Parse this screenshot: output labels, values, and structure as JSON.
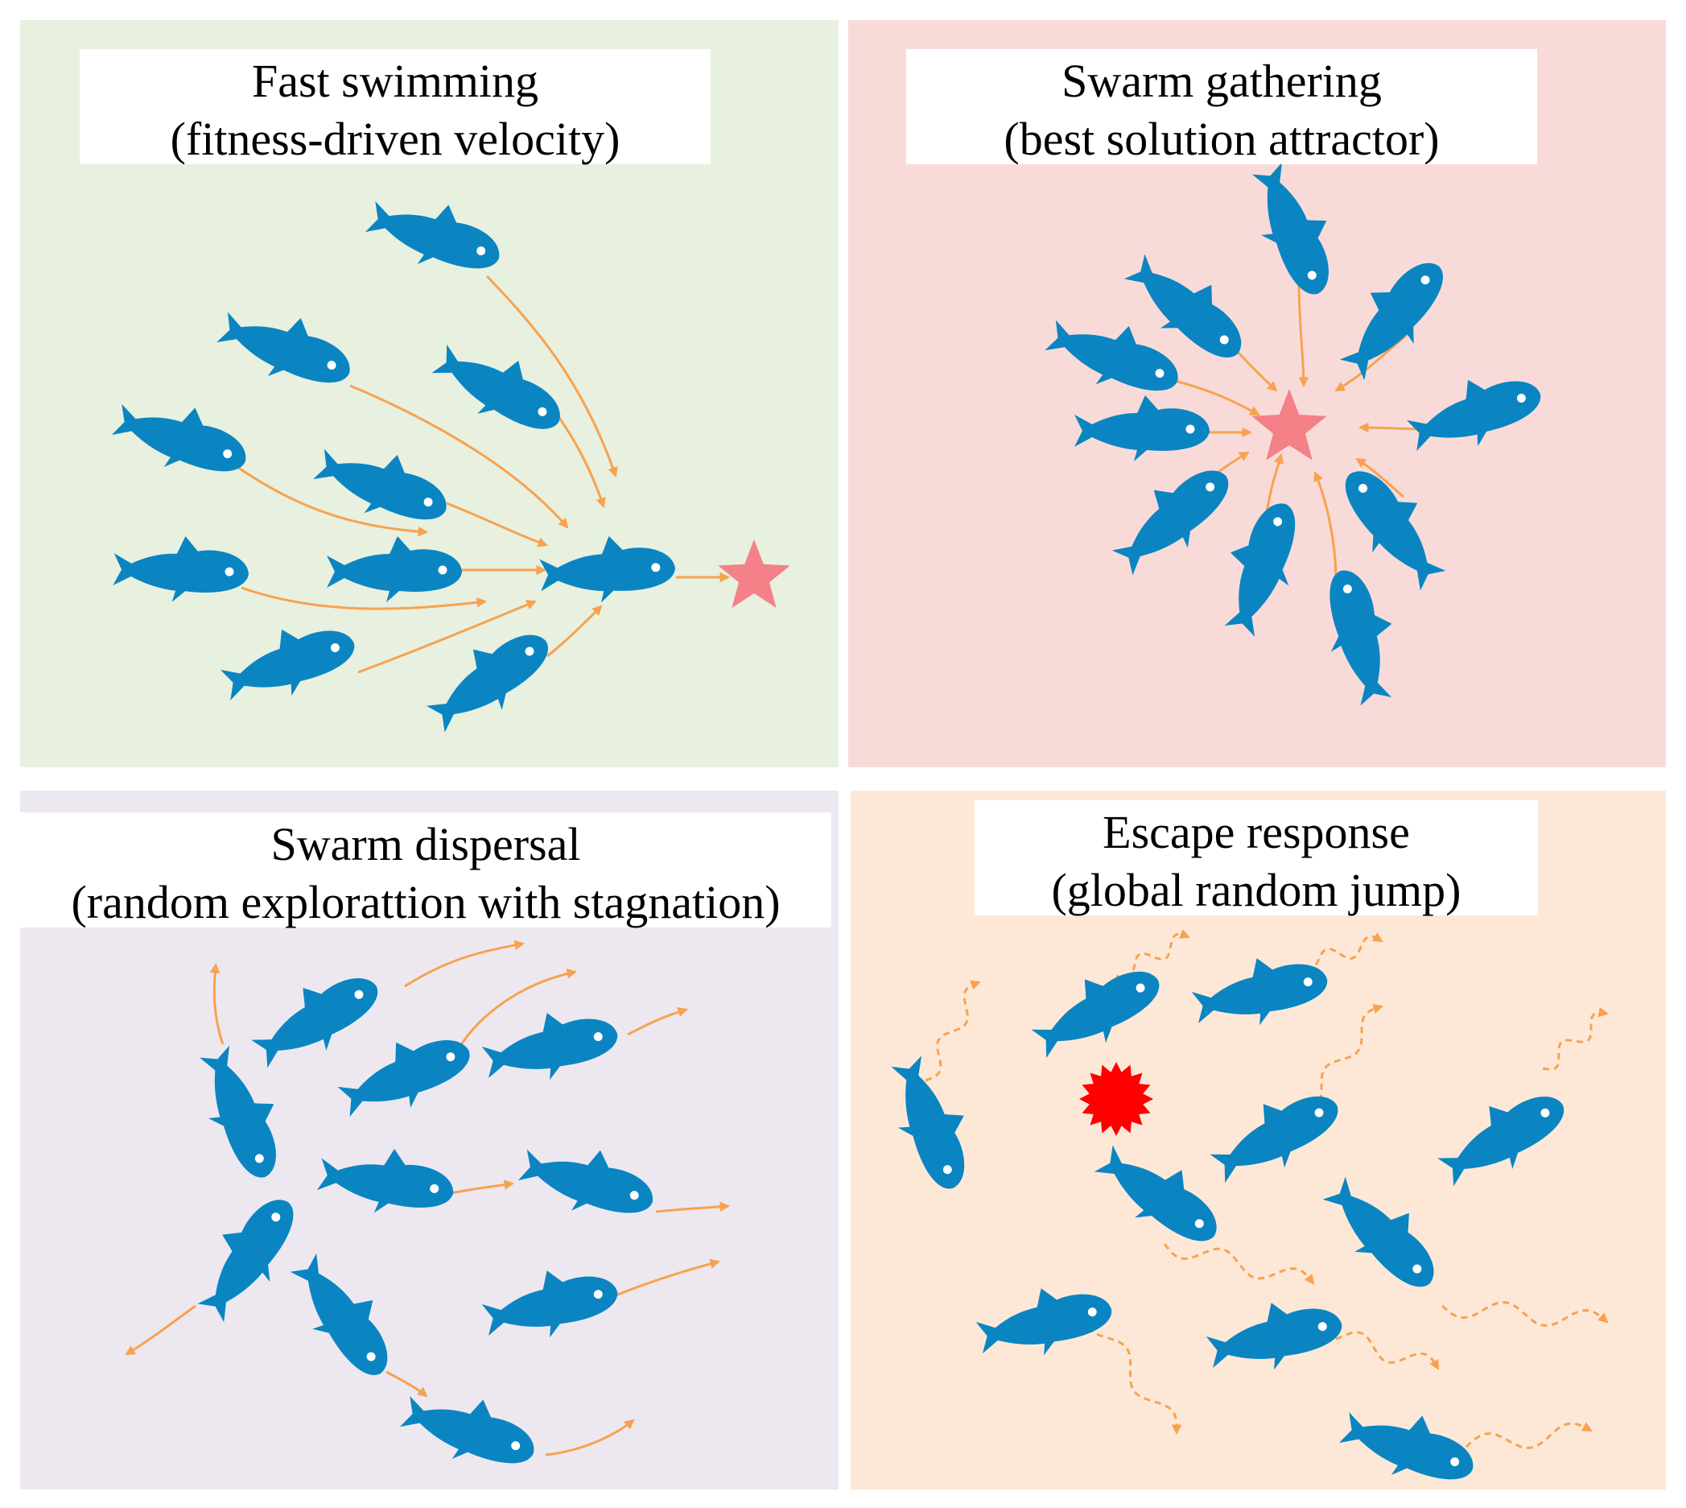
{
  "colors": {
    "fish": "#0a85c2",
    "arrow": "#f7a24f",
    "star": "#f48088",
    "burst": "#ff0000",
    "panel_fast": "#e8f0df",
    "panel_gather": "#f8dbd9",
    "panel_disperse": "#ede8f0",
    "panel_escape": "#fde8d8"
  },
  "panels": {
    "fast": {
      "title_line1": "Fast swimming",
      "title_line2": "(fitness-driven velocity)",
      "fish_count": 10,
      "target_icon": "star-icon"
    },
    "gather": {
      "title_line1": "Swarm gathering",
      "title_line2": "(best solution attractor)",
      "fish_count": 10,
      "target_icon": "star-icon"
    },
    "disperse": {
      "title_line1": "Swarm dispersal",
      "title_line2": "(random explorattion with stagnation)",
      "fish_count": 10
    },
    "escape": {
      "title_line1": "Escape response",
      "title_line2": "(global random jump)",
      "fish_count": 10,
      "threat_icon": "burst-icon"
    }
  }
}
